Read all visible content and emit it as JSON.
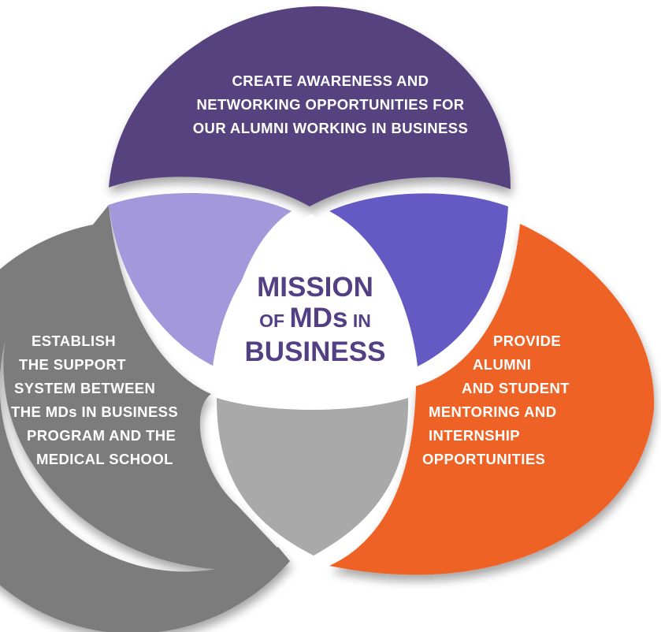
{
  "colors": {
    "top": "#54437f",
    "left": "#7b7b7b",
    "right": "#ee6227",
    "lens_top_left": "#a398dc",
    "lens_top_right": "#6559c3",
    "lens_bottom": "#a9a9a9",
    "center_text": "#533f84"
  },
  "top_circle": {
    "lines": [
      "CREATE AWARENESS AND",
      "NETWORKING OPPORTUNITIES FOR",
      "OUR ALUMNI WORKING IN BUSINESS"
    ]
  },
  "left_circle": {
    "lines": [
      "ESTABLISH",
      "THE SUPPORT",
      "SYSTEM BETWEEN",
      "THE MDs IN BUSINESS",
      "PROGRAM AND THE",
      "MEDICAL SCHOOL"
    ]
  },
  "right_circle": {
    "lines": [
      "PROVIDE",
      "ALUMNI",
      "AND STUDENT",
      "MENTORING AND",
      "INTERNSHIP",
      "OPPORTUNITIES"
    ]
  },
  "center": {
    "line1": "MISSION",
    "line2_prefix": "OF",
    "line2_main": "MDs",
    "line2_suffix": "IN",
    "line3": "BUSINESS"
  }
}
